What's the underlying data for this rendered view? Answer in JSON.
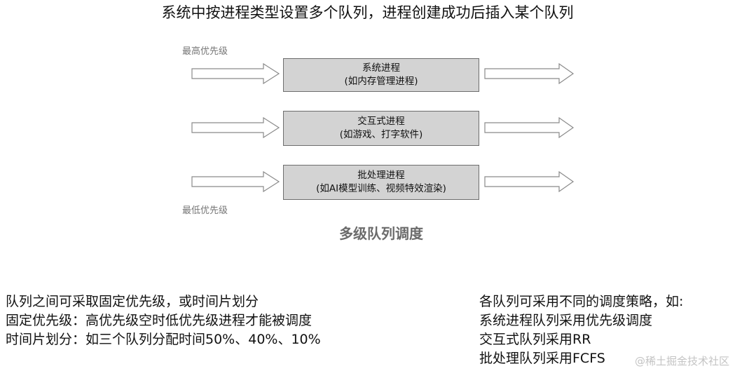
{
  "title": "系统中按进程类型设置多个队列，进程创建成功后插入某个队列",
  "priority_high": "最高优先级",
  "priority_low": "最低优先级",
  "queues": [
    {
      "line1": "系统进程",
      "line2": "(如内存管理进程)"
    },
    {
      "line1": "交互式进程",
      "line2": "(如游戏、打字软件)"
    },
    {
      "line1": "批处理进程",
      "line2": "(如AI模型训练、视频特效渲染)"
    }
  ],
  "caption": "多级队列调度",
  "left_notes": [
    "队列之间可采取固定优先级，或时间片划分",
    "固定优先级：高优先级空时低优先级进程才能被调度",
    "时间片划分：如三个队列分配时间50%、40%、10%"
  ],
  "right_notes": [
    "各队列可采用不同的调度策略，如:",
    "系统进程队列采用优先级调度",
    "交互式队列采用RR",
    "批处理队列采用FCFS"
  ],
  "watermark": "@稀土掘金技术社区",
  "colors": {
    "box_fill": "#d3d3d3",
    "box_border": "#6d6d6d",
    "arrow_stroke": "#8a8a8a",
    "caption": "#6b6b6b"
  }
}
